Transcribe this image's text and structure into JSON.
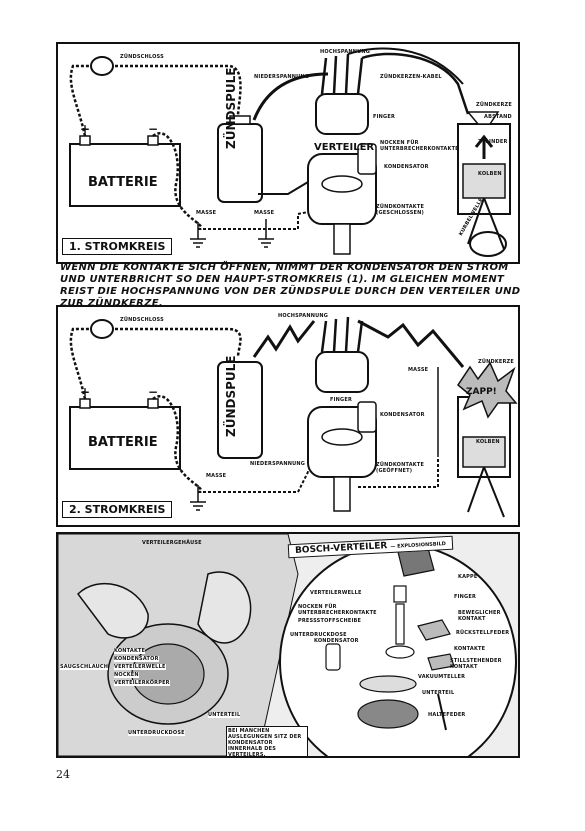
{
  "panel1": {
    "tag": "1. STROMKREIS",
    "labels": {
      "zuendschloss": "ZÜNDSCHLOSS",
      "niederspannung": "NIEDERSPANNUNG",
      "hochspannung_wire": "HOCHSPANNUNG",
      "zuendkerzen_kabel": "ZÜNDKERZEN-KABEL",
      "zuendkerze": "ZÜNDKERZE",
      "abstand": "ABSTAND",
      "zuendspule": "ZÜNDSPULE",
      "finger": "FINGER",
      "verteiler": "VERTEILER",
      "nocken": "NOCKEN FÜR UNTERBRECHERKONTAKTE",
      "kondensator": "KONDENSATOR",
      "zylinder": "ZYLINDER",
      "kolben": "KOLBEN",
      "batterie": "BATTERIE",
      "masse_1": "MASSE",
      "masse_2": "MASSE",
      "zuendkontakte": "ZÜNDKONTAKTE (GESCHLOSSEN)",
      "kurbelwelle": "KURBELWELLE",
      "plus": "+",
      "minus": "−"
    }
  },
  "caption": "Wenn die Kontakte sich öffnen, nimmt der Kondensator den Strom und unterbricht so den Haupt-Stromkreis (1). Im gleichen Moment reist die Hochspannung von der Zündspule durch den Verteiler und zur Zündkerze.",
  "panel2": {
    "tag": "2. STROMKREIS",
    "labels": {
      "zuendschloss": "ZÜNDSCHLOSS",
      "hochspannung": "HOCHSPANNUNG",
      "masse_top": "MASSE",
      "zuendkerze": "ZÜNDKERZE",
      "zuendspule": "ZÜNDSPULE",
      "finger": "FINGER",
      "kondensator": "KONDENSATOR",
      "batterie": "BATTERIE",
      "kolben": "KOLBEN",
      "niederspannung": "NIEDERSPANNUNG",
      "masse": "MASSE",
      "zuendkontakte": "ZÜNDKONTAKTE (GEÖFFNET)",
      "spark": "ZAPP!",
      "plus": "+",
      "minus": "−"
    }
  },
  "panel3": {
    "tag": "BOSCH-VERTEILER",
    "tag_sub": "— EXPLOSIONSBILD",
    "labels": {
      "verteilergehaeuse": "VERTEILERGEHÄUSE",
      "kappe": "KAPPE",
      "verteilerwelle": "VERTEILERWELLE",
      "finger": "FINGER",
      "nocken": "NOCKEN FÜR UNTERBRECHERKONTAKTE",
      "presstoff": "PRESSSTOFFSCHEIBE",
      "beweglicher": "BEWEGLICHER KONTAKT",
      "unterdruckdose": "UNTERDRUCKDOSE",
      "kondensator": "KONDENSATOR",
      "rueckstell": "RÜCKSTELLFEDER",
      "kontakte": "KONTAKTE",
      "stillstehender": "STILLSTEHENDER KONTAKT",
      "vakuumteller": "VAKUUMTELLER",
      "unterteil": "UNTERTEIL",
      "haltefeder": "HALTEFEDER",
      "left_1": "KONTAKTE",
      "left_2": "KONDENSATOR",
      "left_3": "VERTEILERWELLE",
      "left_4": "NOCKEN",
      "left_5": "VERTEILERKÖRPER",
      "left_6": "UNTERTEIL",
      "left_7": "UNTERDRUCKDOSE",
      "left_8": "SAUGSCHLAUCH",
      "note": "BEI MANCHEN AUSLEGUNGEN SITZ DER KONDENSATOR INNERHALB DES VERTEILERS."
    }
  },
  "page_number": "24"
}
